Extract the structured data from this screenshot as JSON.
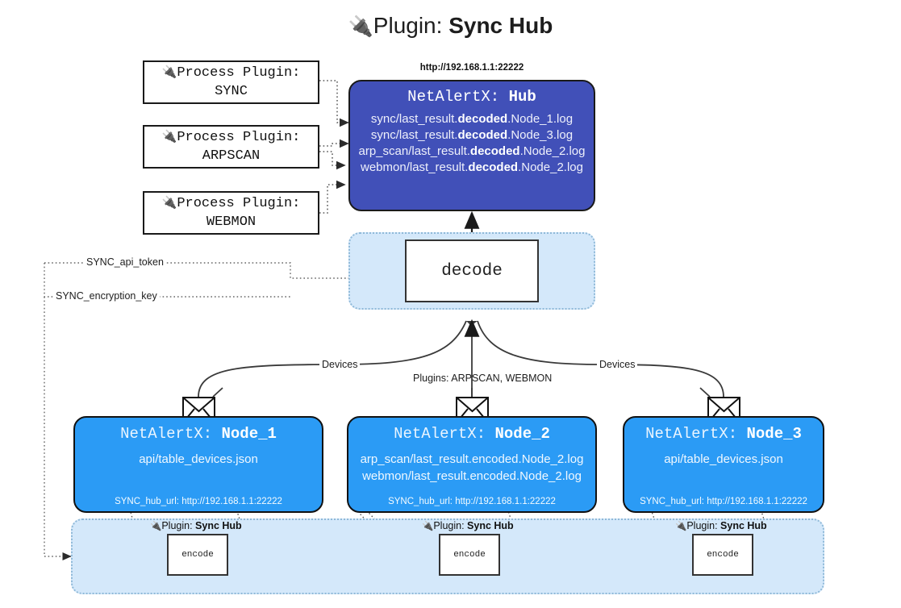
{
  "header": {
    "plug_icon": "🔌",
    "prefix": "Plugin: ",
    "title": "Sync Hub"
  },
  "process_plugins": [
    {
      "icon": "🔌",
      "line1": "Process Plugin:",
      "line2": "SYNC"
    },
    {
      "icon": "🔌",
      "line1": "Process Plugin:",
      "line2": "ARPSCAN"
    },
    {
      "icon": "🔌",
      "line1": "Process Plugin:",
      "line2": "WEBMON"
    }
  ],
  "hub": {
    "url": "http://192.168.1.1:22222",
    "title_prefix": "NetAlertX: ",
    "title_name": "Hub",
    "logs": [
      {
        "pre": "sync/last_result.",
        "bold": "decoded",
        "post": ".Node_1.log"
      },
      {
        "pre": "sync/last_result.",
        "bold": "decoded",
        "post": ".Node_3.log"
      },
      {
        "pre": "arp_scan/last_result.",
        "bold": "decoded",
        "post": ".Node_2.log"
      },
      {
        "pre": "webmon/last_result.",
        "bold": "decoded",
        "post": ".Node_2.log"
      }
    ]
  },
  "decode": {
    "label": "decode"
  },
  "settings": {
    "api_token": "SYNC_api_token",
    "encryption_key": "SYNC_encryption_key"
  },
  "edges": {
    "devices_left": "Devices",
    "devices_right": "Devices",
    "plugins_mid": "Plugins: ARPSCAN, WEBMON"
  },
  "nodes": [
    {
      "title_prefix": "NetAlertX: ",
      "title_name": "Node_1",
      "lines": [
        "api/table_devices.json"
      ],
      "footer": "SYNC_hub_url: http://192.168.1.1:22222"
    },
    {
      "title_prefix": "NetAlertX: ",
      "title_name": "Node_2",
      "lines": [
        "arp_scan/last_result.encoded.Node_2.log",
        "webmon/last_result.encoded.Node_2.log"
      ],
      "footer": "SYNC_hub_url: http://192.168.1.1:22222"
    },
    {
      "title_prefix": "NetAlertX: ",
      "title_name": "Node_3",
      "lines": [
        "api/table_devices.json"
      ],
      "footer": "SYNC_hub_url: http://192.168.1.1:22222"
    }
  ],
  "encoders": [
    {
      "icon": "🔌",
      "cap_prefix": "Plugin: ",
      "cap_name": "Sync Hub",
      "label": "encode"
    },
    {
      "icon": "🔌",
      "cap_prefix": "Plugin: ",
      "cap_name": "Sync Hub",
      "label": "encode"
    },
    {
      "icon": "🔌",
      "cap_prefix": "Plugin: ",
      "cap_name": "Sync Hub",
      "label": "encode"
    }
  ],
  "colors": {
    "hub_fill": "#4150b8",
    "node_fill": "#2b9bf5",
    "pane_fill": "#d4e8fa",
    "pane_border": "#8fb9d8",
    "stroke": "#333333"
  }
}
